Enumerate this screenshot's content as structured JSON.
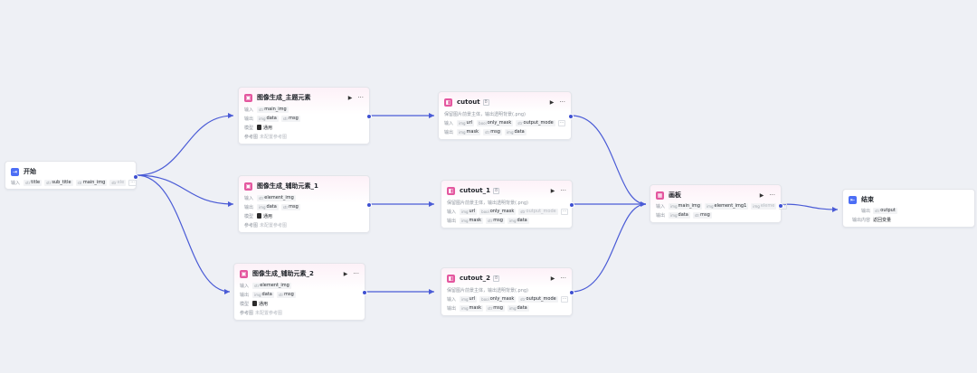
{
  "colors": {
    "edge": "#4a5bd6",
    "image_icon": "#e4579f",
    "start_icon": "#4c6ef5",
    "canvas": "#eef0f5"
  },
  "start": {
    "title": "开始",
    "icon": "start-icon",
    "input_label": "输入",
    "inputs": [
      {
        "type": "str",
        "name": "title"
      },
      {
        "type": "str",
        "name": "sub_title"
      },
      {
        "type": "str",
        "name": "main_img"
      },
      {
        "type": "str",
        "name": "ele"
      }
    ]
  },
  "img_main": {
    "title": "图像生成_主题元素",
    "input_label": "输入",
    "inputs": [
      {
        "type": "str",
        "name": "main_img"
      }
    ],
    "output_label": "输出",
    "outputs": [
      {
        "type": "img",
        "name": "data"
      },
      {
        "type": "str",
        "name": "msg"
      }
    ],
    "model_label": "模型",
    "model": "通用",
    "ref_label": "参考图",
    "ref": "未配置参考图"
  },
  "img_aux1": {
    "title": "图像生成_辅助元素_1",
    "input_label": "输入",
    "inputs": [
      {
        "type": "str",
        "name": "element_img"
      }
    ],
    "output_label": "输出",
    "outputs": [
      {
        "type": "img",
        "name": "data"
      },
      {
        "type": "str",
        "name": "msg"
      }
    ],
    "model_label": "模型",
    "model": "通用",
    "ref_label": "参考图",
    "ref": "未配置参考图"
  },
  "img_aux2": {
    "title": "图像生成_辅助元素_2",
    "input_label": "输入",
    "inputs": [
      {
        "type": "str",
        "name": "element_img"
      }
    ],
    "output_label": "输出",
    "outputs": [
      {
        "type": "img",
        "name": "data"
      },
      {
        "type": "str",
        "name": "msg"
      }
    ],
    "model_label": "模型",
    "model": "通用",
    "ref_label": "参考图",
    "ref": "未配置参考图"
  },
  "cutout": {
    "title": "cutout",
    "badge": "8",
    "desc": "保留图片前景主体，输出透明背景(.png)",
    "input_label": "输入",
    "inputs": [
      {
        "type": "img",
        "name": "url"
      },
      {
        "type": "bool",
        "name": "only_mask"
      },
      {
        "type": "str",
        "name": "output_mode"
      }
    ],
    "output_label": "输出",
    "outputs": [
      {
        "type": "img",
        "name": "mask"
      },
      {
        "type": "str",
        "name": "msg"
      },
      {
        "type": "img",
        "name": "data"
      }
    ]
  },
  "cutout1": {
    "title": "cutout_1",
    "badge": "8",
    "desc": "保留图片前景主体，输出透明背景(.png)",
    "input_label": "输入",
    "inputs": [
      {
        "type": "img",
        "name": "url"
      },
      {
        "type": "bool",
        "name": "only_mask"
      },
      {
        "type": "str",
        "name": "output_mode"
      }
    ],
    "output_label": "输出",
    "outputs": [
      {
        "type": "img",
        "name": "mask"
      },
      {
        "type": "str",
        "name": "msg"
      },
      {
        "type": "img",
        "name": "data"
      }
    ]
  },
  "cutout2": {
    "title": "cutout_2",
    "badge": "8",
    "desc": "保留图片前景主体，输出透明背景(.png)",
    "input_label": "输入",
    "inputs": [
      {
        "type": "img",
        "name": "url"
      },
      {
        "type": "bool",
        "name": "only_mask"
      },
      {
        "type": "str",
        "name": "output_mode"
      }
    ],
    "output_label": "输出",
    "outputs": [
      {
        "type": "img",
        "name": "mask"
      },
      {
        "type": "str",
        "name": "msg"
      },
      {
        "type": "img",
        "name": "data"
      }
    ]
  },
  "canvas_node": {
    "title": "画板",
    "input_label": "输入",
    "inputs": [
      {
        "type": "img",
        "name": "main_img"
      },
      {
        "type": "img",
        "name": "element_img1"
      },
      {
        "type": "img",
        "name": "eleme"
      }
    ],
    "output_label": "输出",
    "outputs": [
      {
        "type": "img",
        "name": "data"
      },
      {
        "type": "str",
        "name": "msg"
      }
    ]
  },
  "end": {
    "title": "结束",
    "icon": "end-icon",
    "output_var_label": "输出",
    "output_var": "output",
    "content_label": "输出内容",
    "content": "返回变量"
  }
}
